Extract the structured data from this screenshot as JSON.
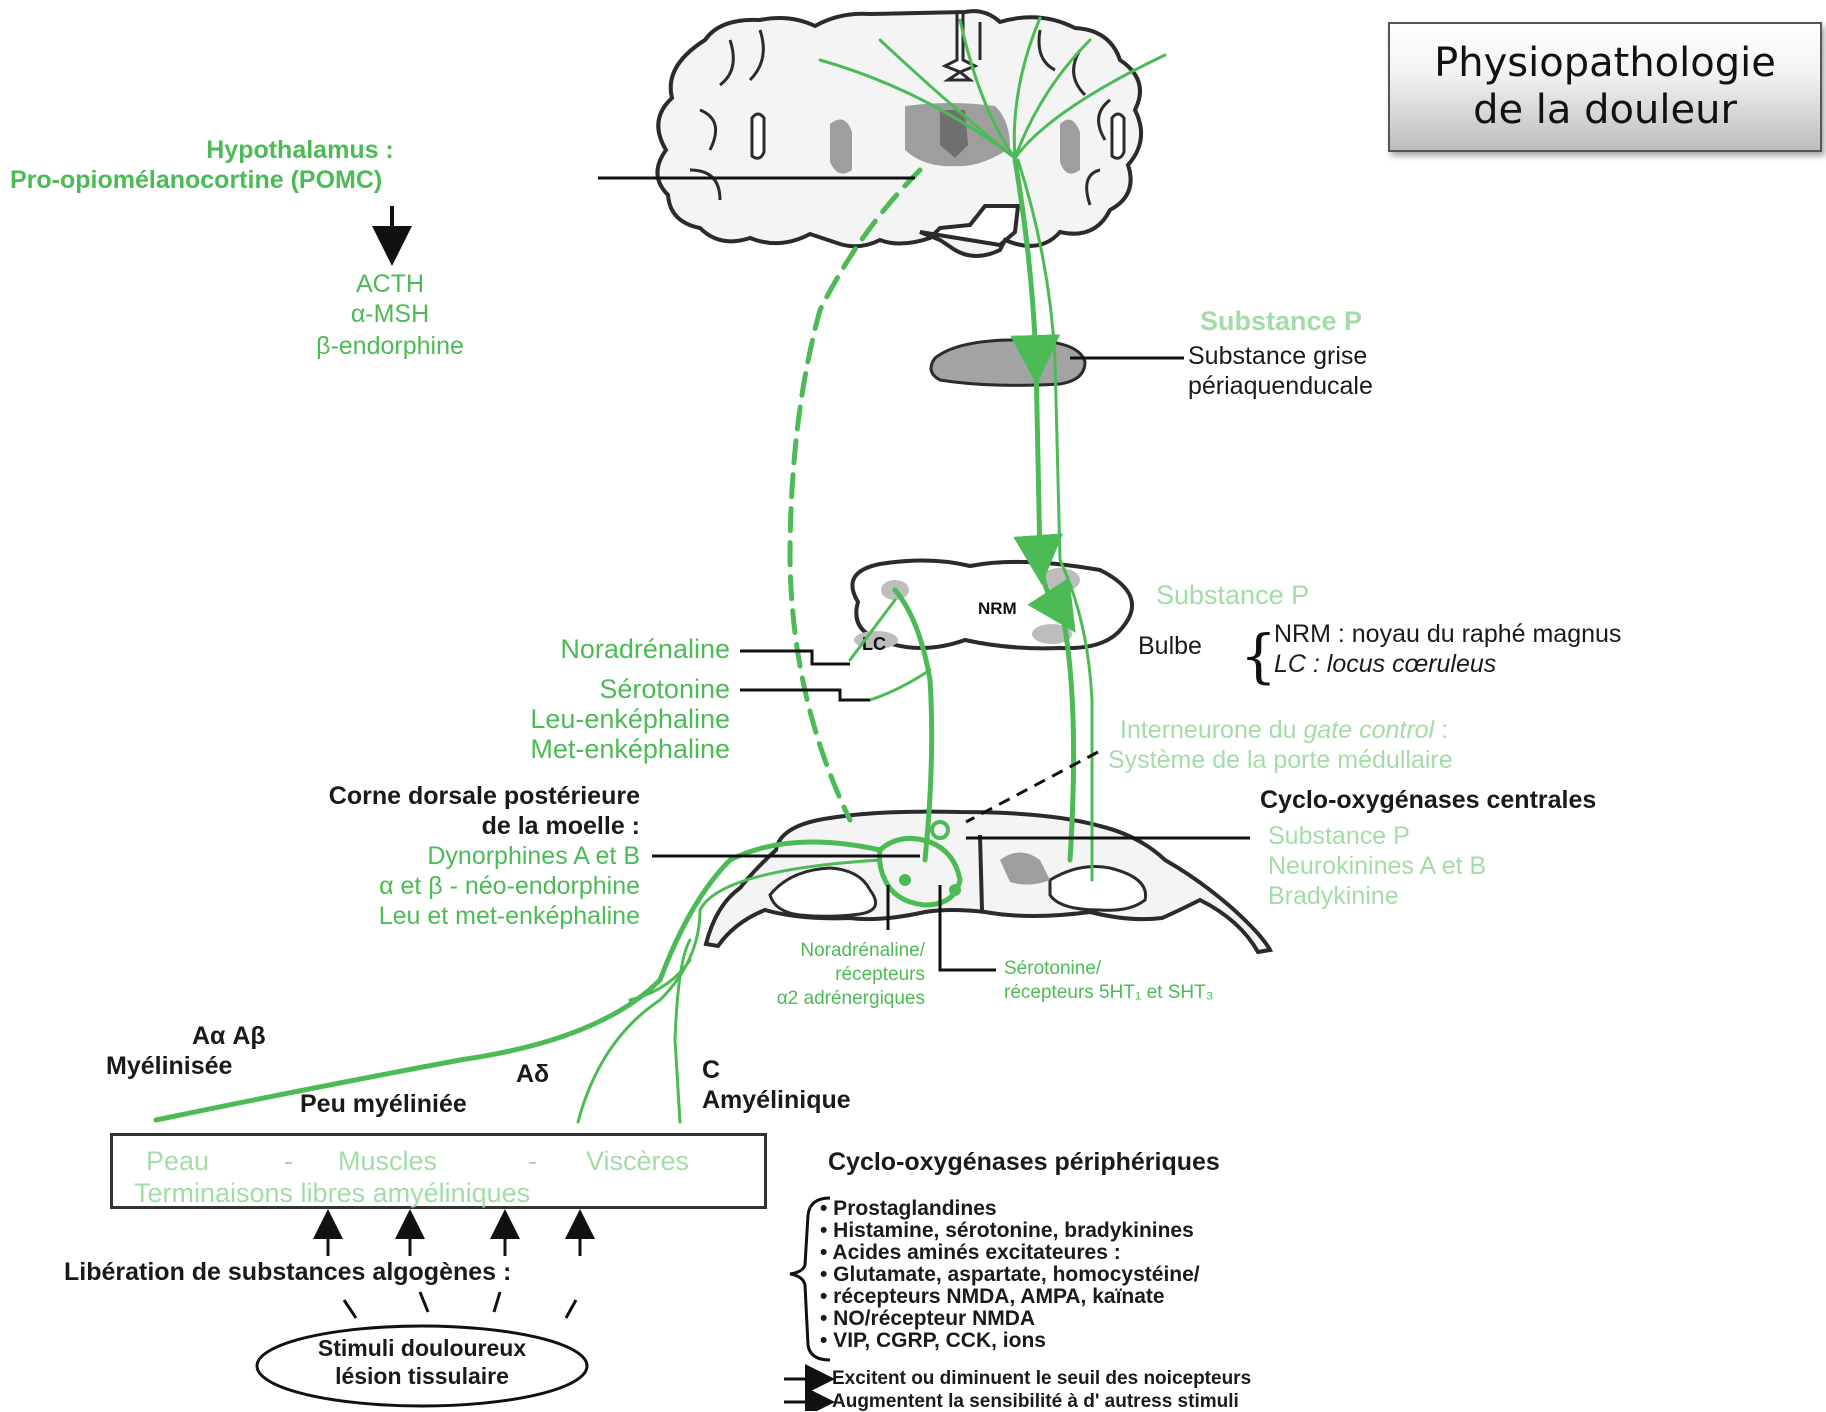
{
  "title": {
    "line1": "Physiopathologie",
    "line2": "de la douleur"
  },
  "hypothalamus": {
    "title": "Hypothalamus :",
    "subtitle": "Pro-opiomélanocortine (POMC)",
    "products": [
      "ACTH",
      "α-MSH",
      "β-endorphine"
    ]
  },
  "pag": {
    "neurotransmitter": "Substance P",
    "name_line1": "Substance grise",
    "name_line2": "périaquenducale"
  },
  "bulbe": {
    "neurotransmitter": "Substance P",
    "nrm_tag": "NRM",
    "lc_tag": "LC",
    "label": "Bulbe",
    "nrm_def": "NRM : noyau du raphé magnus",
    "lc_def": "LC : locus cœruleus"
  },
  "descending": {
    "noradrenaline": "Noradrénaline",
    "serotonine": "Sérotonine",
    "leu": "Leu-enképhaline",
    "met": "Met-enképhaline"
  },
  "gate_control": {
    "line1_a": "Interneurone du ",
    "line1_b": "gate control",
    "line1_c": " :",
    "line2": "Système de la porte médullaire"
  },
  "dorsal_horn": {
    "title_line1": "Corne dorsale postérieure",
    "title_line2": "de la moelle :",
    "items": [
      "Dynorphines A et B",
      "α et β - néo-endorphine",
      "Leu et met-enképhaline"
    ]
  },
  "cox_central": {
    "title": "Cyclo-oxygénases centrales",
    "items": [
      "Substance P",
      "Neurokinines A et B",
      "Bradykinine"
    ]
  },
  "receptors": {
    "nora": [
      "Noradrénaline/",
      "récepteurs",
      "α2 adrénergiques"
    ],
    "sero": [
      "Sérotonine/",
      "récepteurs 5HT₁ et SHT₃"
    ]
  },
  "fibers": {
    "aab_line1": "Aα Aβ",
    "aab_line2": "Myélinisée",
    "ad_line1": "Aδ",
    "ad_line2": "Peu myéliniée",
    "c_line1": "C",
    "c_line2": "Amyélinique"
  },
  "peripheral_box": {
    "tissues": [
      "Peau",
      "-",
      "Muscles",
      "-",
      "Viscères"
    ],
    "line2": "Terminaisons libres amyéliniques"
  },
  "liberation": "Libération de substances algogènes :",
  "stimuli": {
    "line1": "Stimuli douloureux",
    "line2": "lésion tissulaire"
  },
  "cox_peripheral": {
    "title": "Cyclo-oxygénases périphériques",
    "items": [
      "• Prostaglandines",
      "• Histamine, sérotonine, bradykinines",
      "• Acides aminés excitateures :",
      "• Glutamate, aspartate, homocystéine/",
      "• récepteurs NMDA, AMPA, kaïnate",
      "• NO/récepteur NMDA",
      "• VIP, CGRP, CCK, ions"
    ],
    "effect1": "Excitent ou diminuent le seuil des noicepteurs",
    "effect2": "Augmentent la sensibilité à d' autress stimuli"
  },
  "colors": {
    "pathway": "#4cbb56",
    "pathway_light": "#a4dca8",
    "tissue": "#f4f4f4",
    "nucleus": "#9e9e9e",
    "outline": "#2b2b2b"
  }
}
